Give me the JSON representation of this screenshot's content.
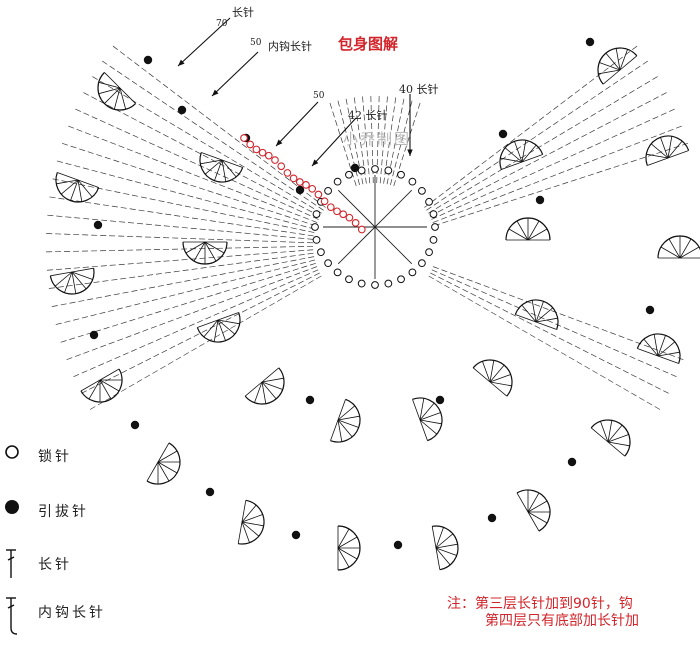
{
  "title": "包身图解",
  "watermark": "小乔制图",
  "callouts": {
    "long_stitch_top": "长针",
    "count_70": "70",
    "count_50_top": "50",
    "inner_hook_top": "内钩长针",
    "count_50_mid": "50",
    "count_42": "42 长针",
    "count_40": "40 长针"
  },
  "legend": [
    {
      "symbol": "open-circle-icon",
      "label": "锁针"
    },
    {
      "symbol": "filled-dot-icon",
      "label": "引拔针"
    },
    {
      "symbol": "double-crochet-icon",
      "label": "长针"
    },
    {
      "symbol": "front-post-double-crochet-icon",
      "label": "内钩长针"
    }
  ],
  "note": {
    "line1": "注：第三层长针加到90针，钩",
    "line2": "第四层只有底部加长针加"
  },
  "colors": {
    "accent": "#d2242a",
    "ink": "#222222",
    "watermark": "#b9b9b9"
  }
}
